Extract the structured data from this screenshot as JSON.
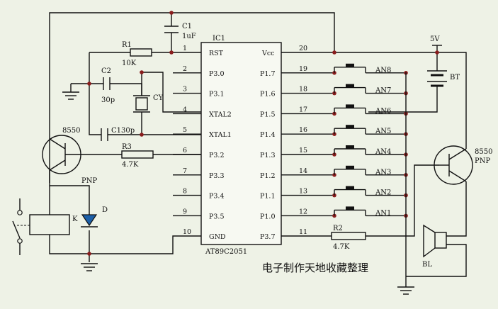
{
  "ic": {
    "ref": "IC1",
    "part": "AT89C2051"
  },
  "left_pins": [
    {
      "num": "1",
      "name": "RST"
    },
    {
      "num": "2",
      "name": "P3.0"
    },
    {
      "num": "3",
      "name": "P3.1"
    },
    {
      "num": "4",
      "name": "XTAL2"
    },
    {
      "num": "5",
      "name": "XTAL1"
    },
    {
      "num": "6",
      "name": "P3.2"
    },
    {
      "num": "7",
      "name": "P3.3"
    },
    {
      "num": "8",
      "name": "P3.4"
    },
    {
      "num": "9",
      "name": "P3.5"
    },
    {
      "num": "10",
      "name": "GND"
    }
  ],
  "right_pins": [
    {
      "num": "20",
      "name": "Vcc"
    },
    {
      "num": "19",
      "name": "P1.7"
    },
    {
      "num": "18",
      "name": "P1.6"
    },
    {
      "num": "17",
      "name": "P1.5"
    },
    {
      "num": "16",
      "name": "P1.4"
    },
    {
      "num": "15",
      "name": "P1.3"
    },
    {
      "num": "14",
      "name": "P1.2"
    },
    {
      "num": "13",
      "name": "P1.1"
    },
    {
      "num": "12",
      "name": "P1.0"
    },
    {
      "num": "11",
      "name": "P3.7"
    }
  ],
  "buttons": [
    "AN8",
    "AN7",
    "AN6",
    "AN5",
    "AN4",
    "AN3",
    "AN2",
    "AN1"
  ],
  "components": {
    "c1_top_ref": "C1",
    "c1_top_value": "1uF",
    "r1_ref": "R1",
    "r1_value": "10K",
    "c2_ref": "C2",
    "c2_value": "30p",
    "crystal_ref": "CY",
    "c1_low_ref": "C1",
    "c1_low_value": "30p",
    "r3_ref": "R3",
    "r3_value": "4.7K",
    "r2_ref": "R2",
    "r2_value": "4.7K",
    "q1_model": "8550",
    "q1_type": "PNP",
    "diode_ref": "D",
    "relay_ref": "K",
    "q2_model": "8550",
    "q2_type": "PNP",
    "battery_ref": "BT",
    "supply_label": "5V",
    "buzzer_ref": "BL"
  },
  "caption": "电子制作天地收藏整理"
}
